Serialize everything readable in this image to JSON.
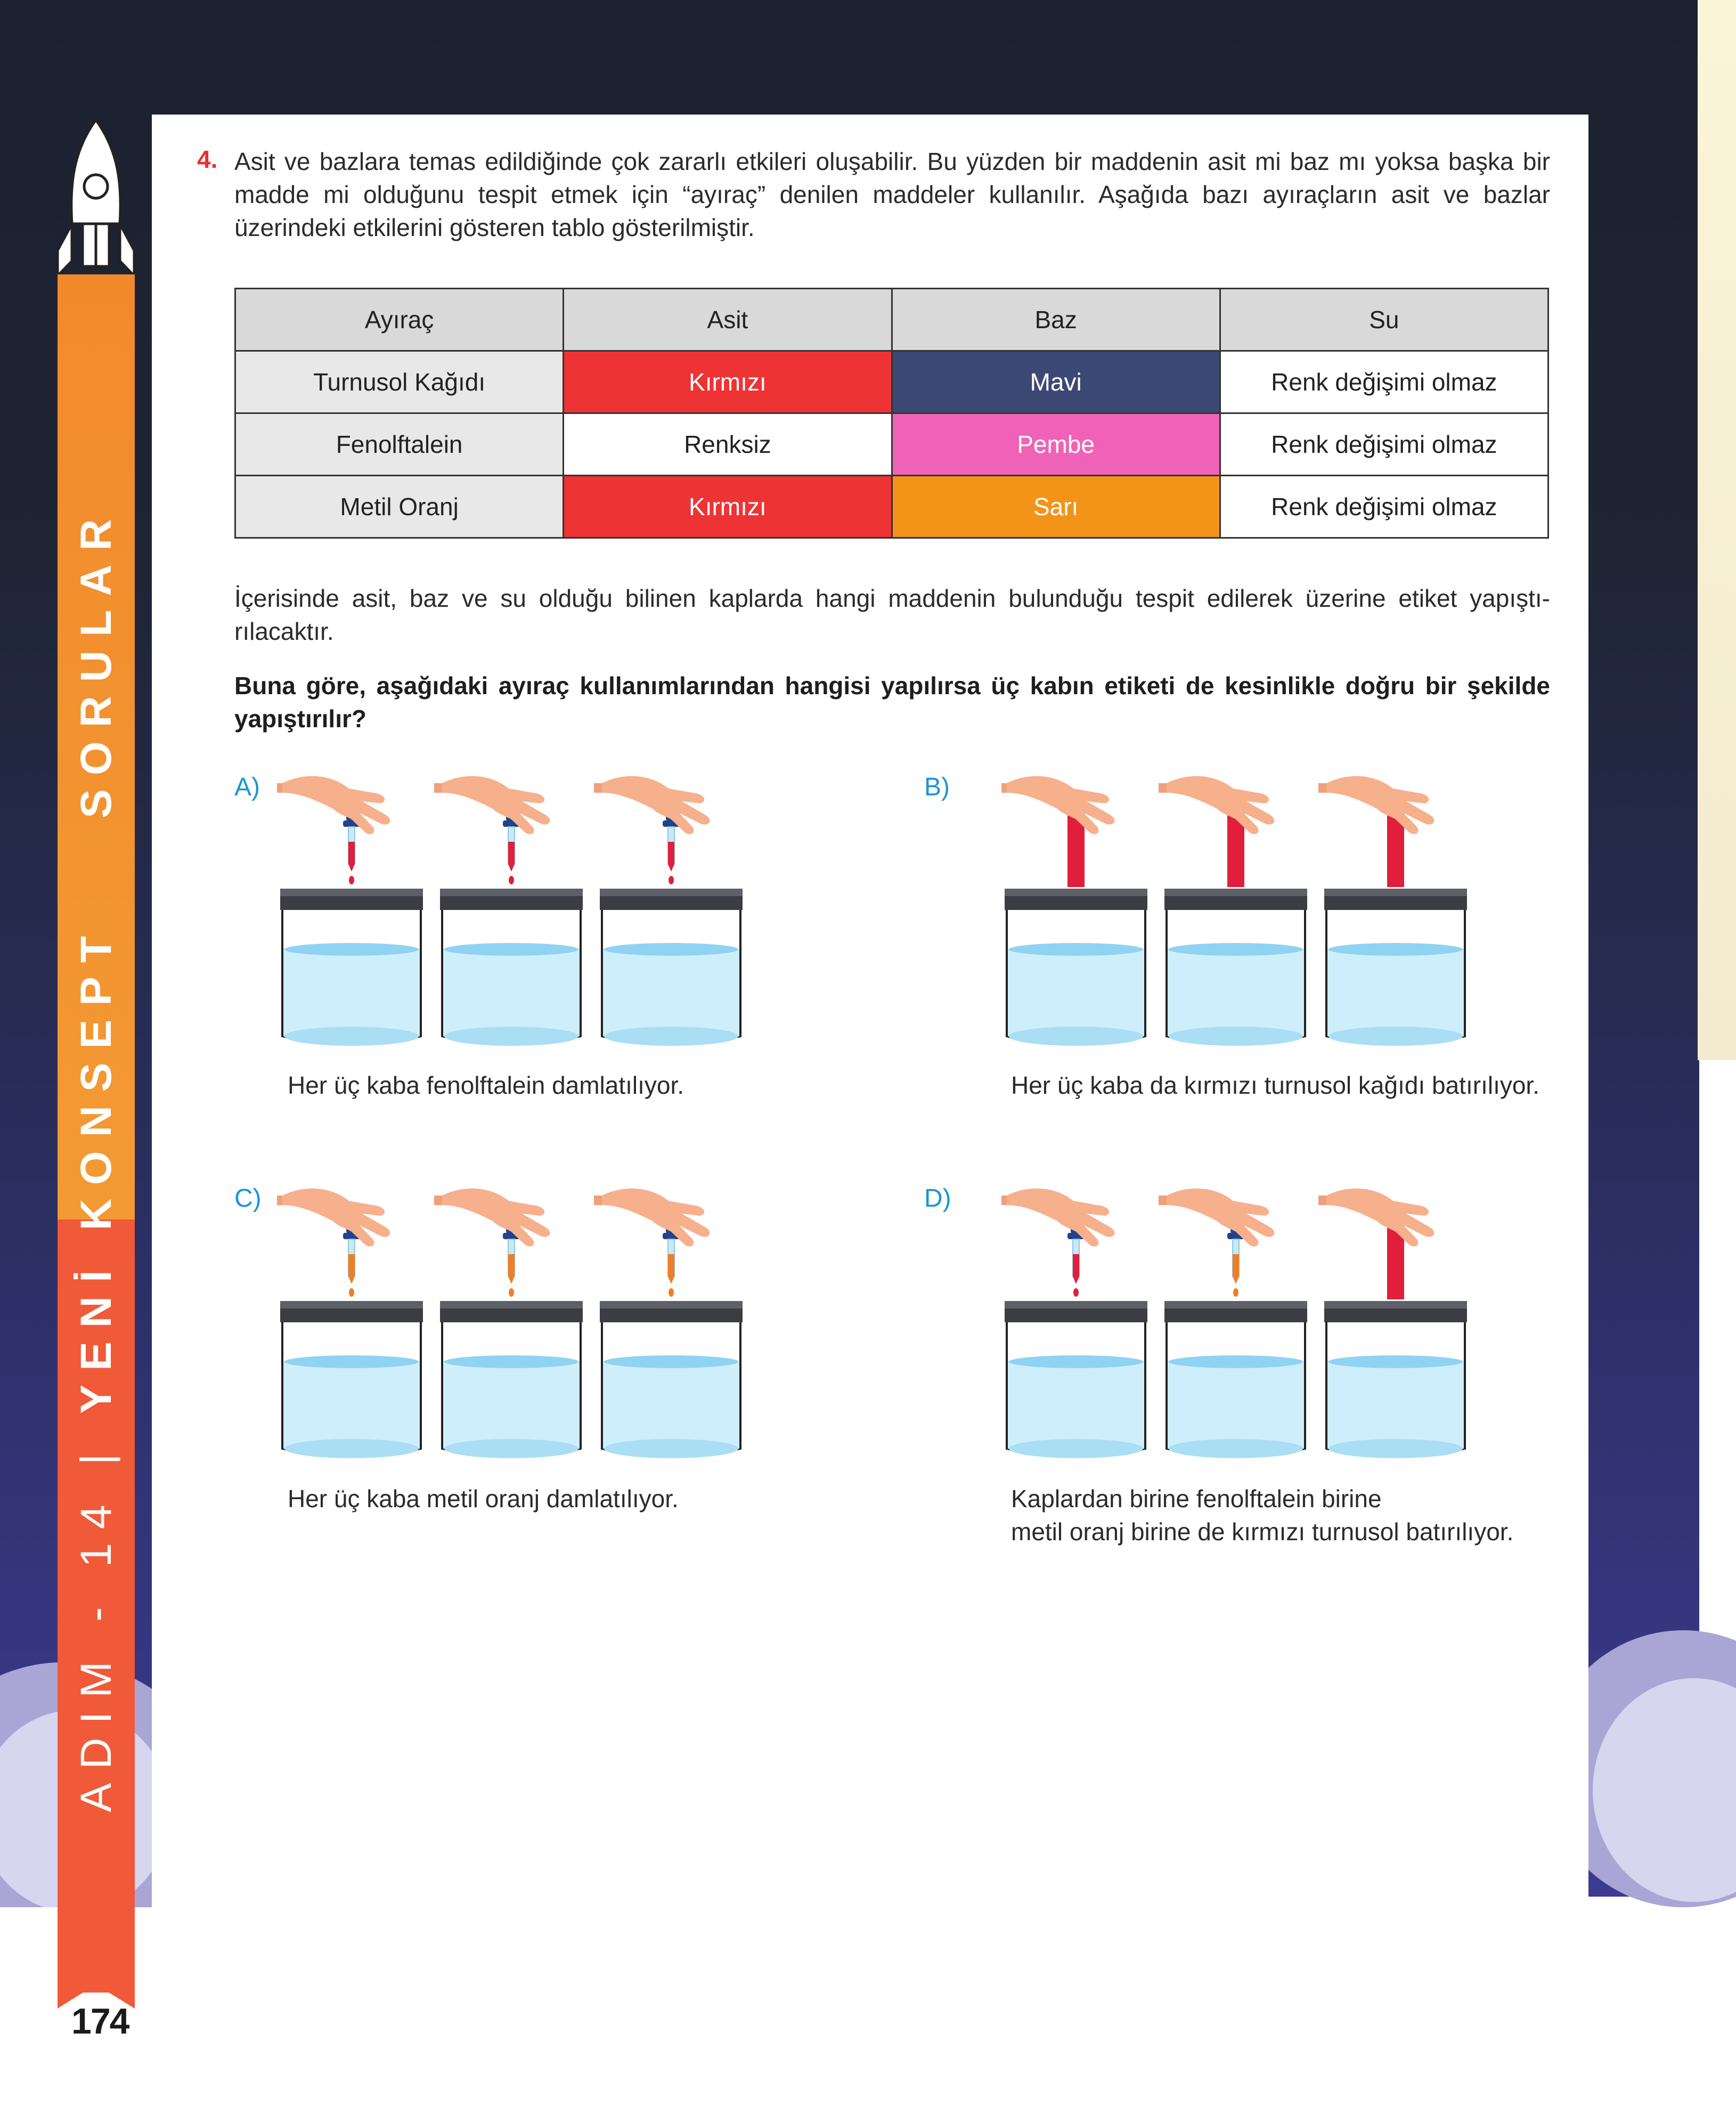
{
  "sidebar": {
    "ribbon_light": "ADIM - 14 |",
    "ribbon_bold_1": "YENİ KONSEPT",
    "ribbon_bold_2": "SORULAR",
    "page_number": "174"
  },
  "question": {
    "number": "4.",
    "intro": "Asit ve bazlara temas edildiğinde çok zararlı etkileri oluşabilir. Bu yüzden bir maddenin asit mi baz mı yoksa başka bir madde mi olduğunu tespit etmek için “ayıraç” denilen maddeler kullanılır. Aşağıda bazı ayıraçların asit ve bazlar üzerindeki etkilerini gösteren tablo gösterilmiştir.",
    "context": "İçerisinde asit, baz ve su olduğu bilinen kaplarda hangi maddenin bulunduğu tespit edilerek üzerine etiket yapıştı-rılacaktır.",
    "prompt": "Buna göre, aşağıdaki ayıraç kullanımlarından hangisi yapılırsa üç kabın etiketi de kesinlikle doğru bir şekilde yapıştırılır?"
  },
  "table": {
    "headers": [
      "Ayıraç",
      "Asit",
      "Baz",
      "Su"
    ],
    "rows": [
      {
        "label": "Turnusol Kağıdı",
        "asit": "Kırmızı",
        "asit_color": "#ee3335",
        "baz": "Mavi",
        "baz_color": "#3c4874",
        "su": "Renk değişimi olmaz"
      },
      {
        "label": "Fenolftalein",
        "asit": "Renksiz",
        "asit_color": "#ffffff",
        "baz": "Pembe",
        "baz_color": "#f062b8",
        "su": "Renk değişimi olmaz"
      },
      {
        "label": "Metil Oranj",
        "asit": "Kırmızı",
        "asit_color": "#ee3335",
        "baz": "Sarı",
        "baz_color": "#f39419",
        "su": "Renk değişimi olmaz"
      }
    ]
  },
  "options": [
    {
      "letter": "A)",
      "caption_1": "Her üç kaba fenolftalein damlatılıyor.",
      "caption_2": "",
      "tools": [
        "dropper-red",
        "dropper-red",
        "dropper-red"
      ]
    },
    {
      "letter": "B)",
      "caption_1": "Her üç kaba da kırmızı turnusol kağıdı batırılıyor.",
      "caption_2": "",
      "tools": [
        "paper-red",
        "paper-red",
        "paper-red"
      ]
    },
    {
      "letter": "C)",
      "caption_1": "Her üç kaba metil oranj damlatılıyor.",
      "caption_2": "",
      "tools": [
        "dropper-orange",
        "dropper-orange",
        "dropper-orange"
      ]
    },
    {
      "letter": "D)",
      "caption_1": "Kaplardan birine fenolftalein birine",
      "caption_2": "metil oranj birine de kırmızı turnusol batırılıyor.",
      "tools": [
        "dropper-red",
        "dropper-orange",
        "paper-red"
      ]
    }
  ],
  "colors": {
    "option_letter": "#1a95d3",
    "question_number": "#e5322d",
    "ribbon_orange": "#f39a33",
    "ribbon_red": "#f05a38",
    "jar_water": "#cfeefc",
    "jar_lid": "#3b3d42",
    "indicator_red": "#e11f3c",
    "indicator_orange": "#f07e25",
    "dropper_bulb": "#23428c",
    "hand_skin": "#f6b08c"
  }
}
